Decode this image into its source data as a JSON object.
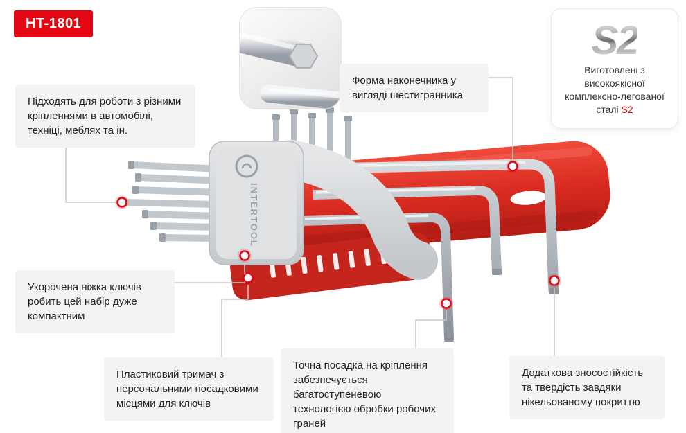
{
  "product_code": "HT-1801",
  "brand": "INTERTOOL",
  "s2_card": {
    "logo": "S2",
    "text": "Виготовлені з високоякісної комплексно-легованої сталі",
    "steel": "S2"
  },
  "callouts": {
    "fasteners": "Підходять для роботи з різними кріпленнями в автомобілі, техніці, меблях та ін.",
    "tip_shape": "Форма наконечника у вигляді шестигранника",
    "short_leg": "Укорочена ніжка ключів робить цей набір дуже компактним",
    "holder": "Пластиковий тримач з персональними посадковими місцями для ключів",
    "precise_fit": "Точна посадка на кріплення забезпечується багатоступеневою технологією обробки робочих граней",
    "coating": "Додаткова зносостійкість та твердість завдяки нікельованому покриттю"
  },
  "colors": {
    "accent": "#e30613",
    "holder_red": "#d92b21",
    "callout_bg": "#f3f3f4",
    "text": "#232323",
    "connector": "#c9c9c9"
  }
}
